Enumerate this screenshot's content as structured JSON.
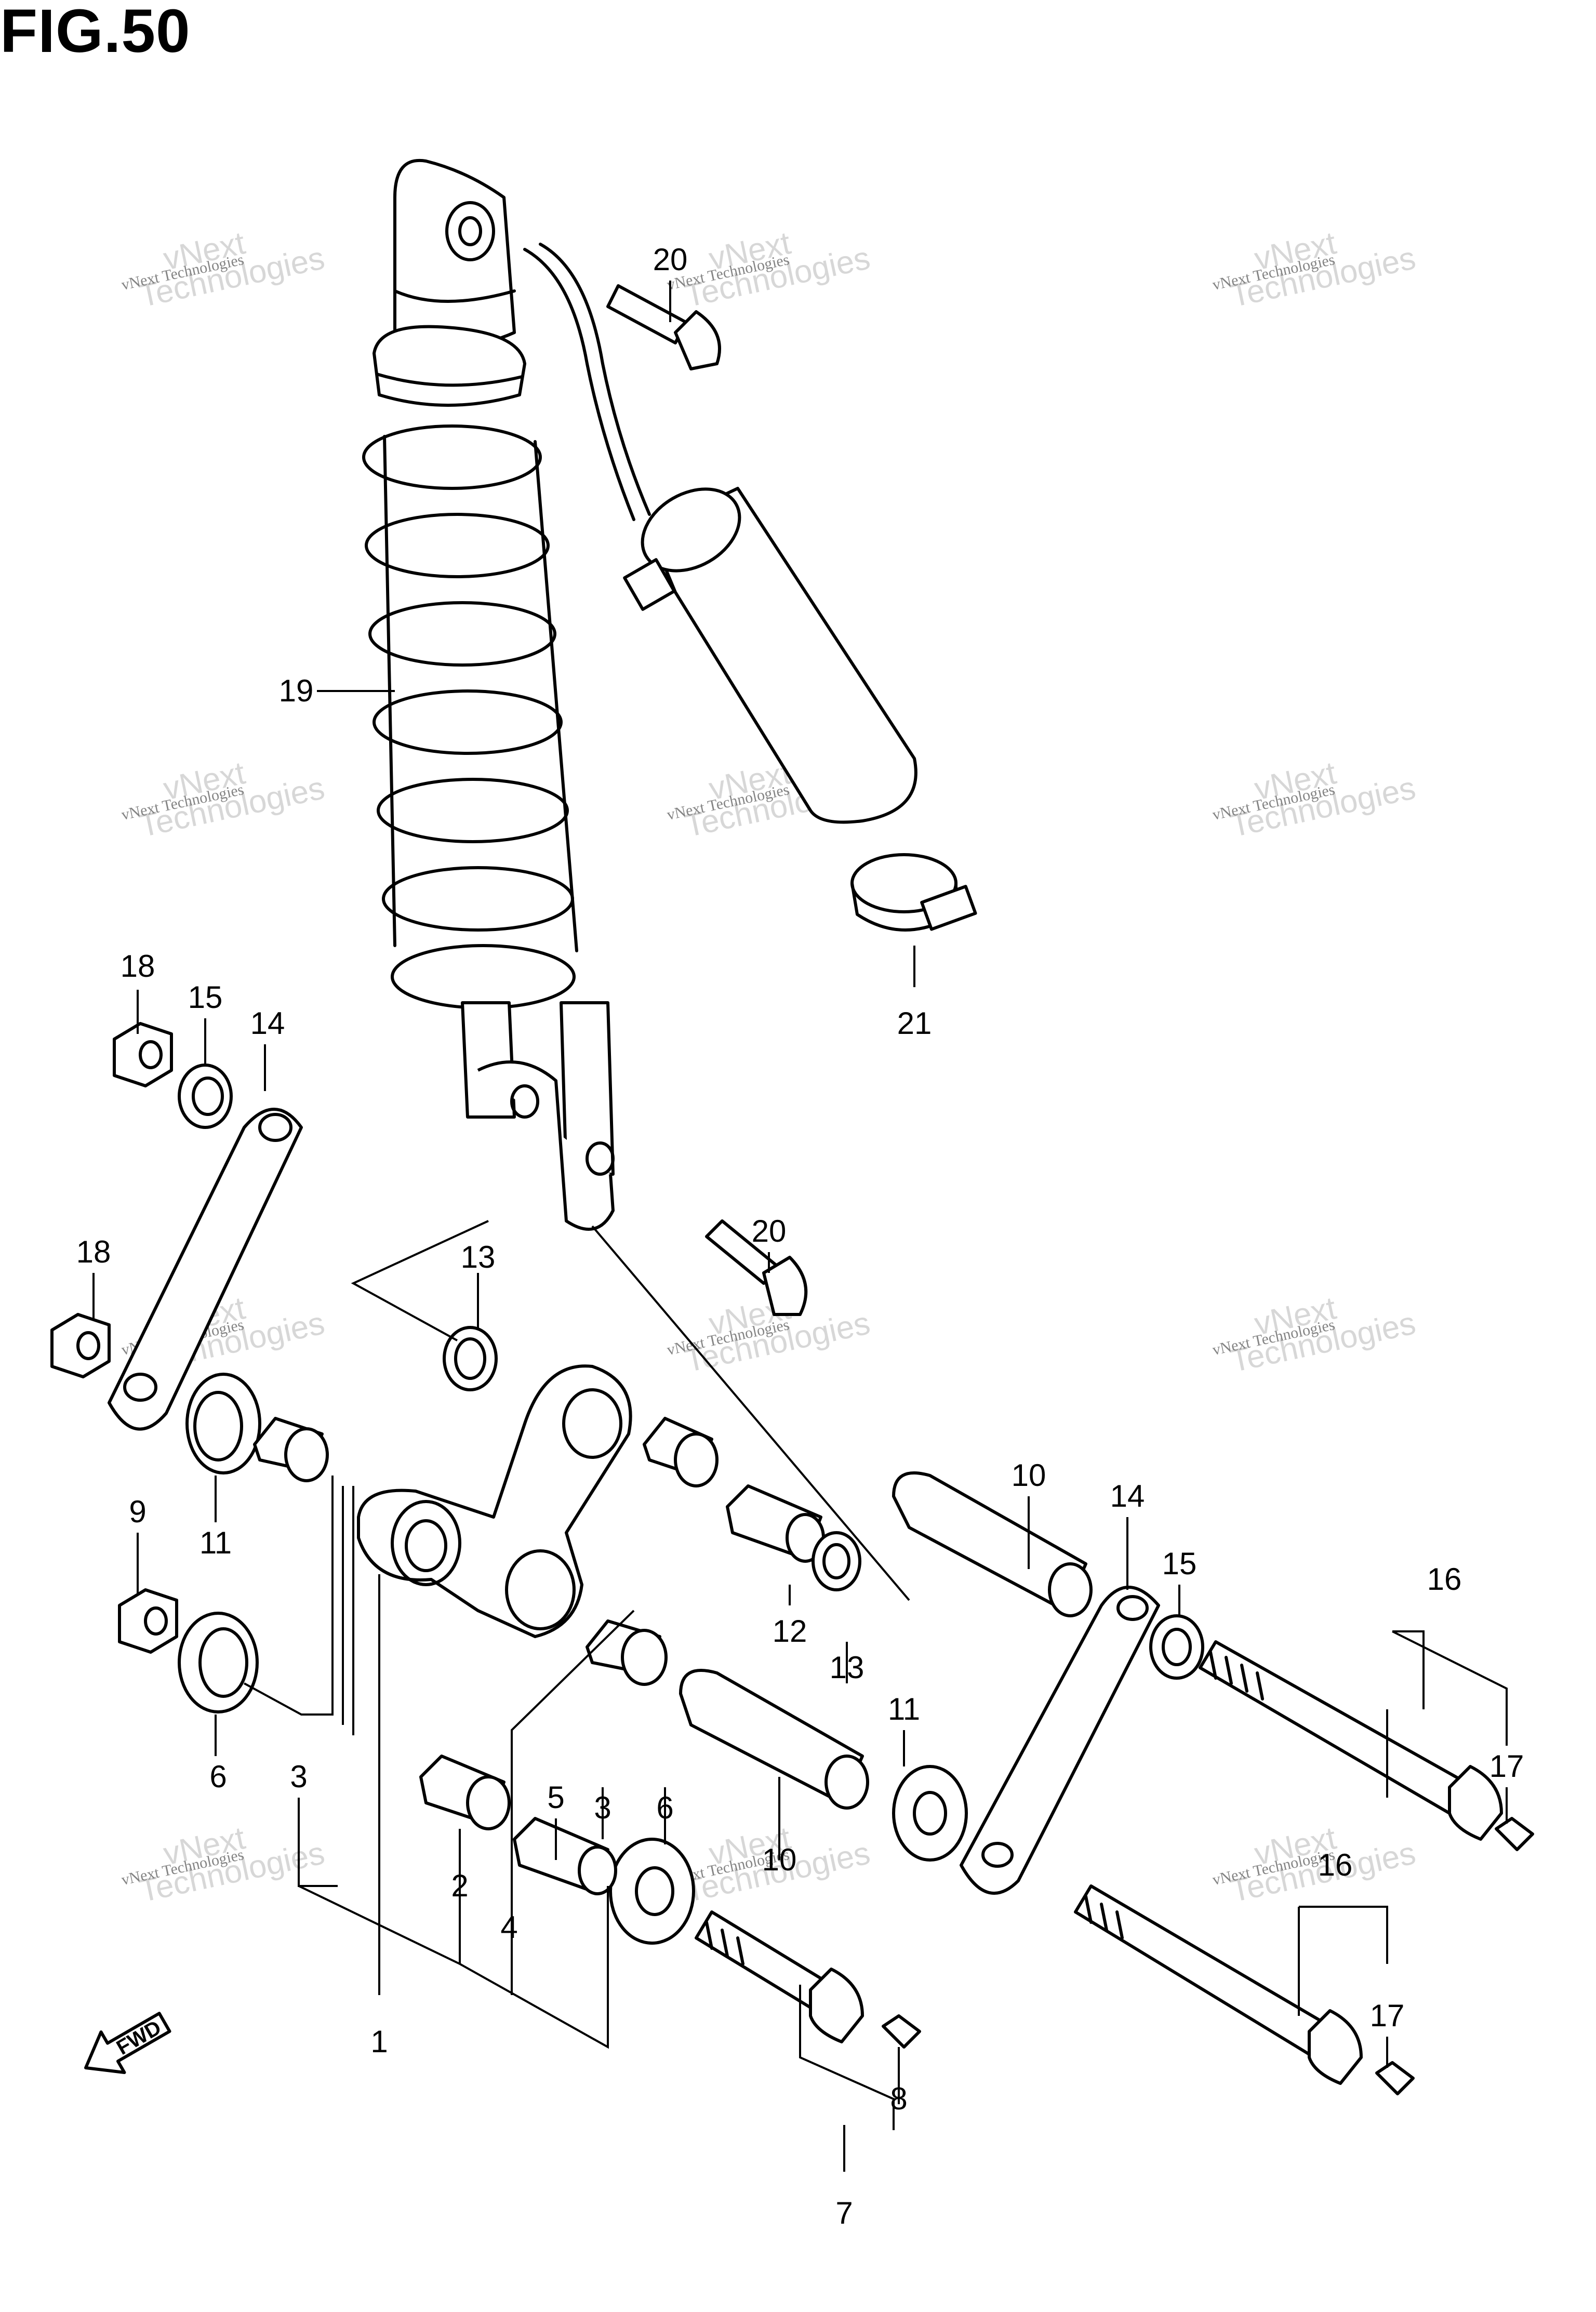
{
  "figure": {
    "title": "FIG.50"
  },
  "watermark": {
    "line1": "vNext",
    "line2": "Technologies",
    "small": "vNext Technologies"
  },
  "fwd_label": "FWD",
  "callouts": [
    "20",
    "19",
    "21",
    "18",
    "15",
    "14",
    "18",
    "13",
    "20",
    "9",
    "11",
    "6",
    "3",
    "10",
    "14",
    "15",
    "16",
    "12",
    "13",
    "11",
    "17",
    "5",
    "3",
    "6",
    "10",
    "2",
    "4",
    "1",
    "16",
    "17",
    "8",
    "7"
  ]
}
